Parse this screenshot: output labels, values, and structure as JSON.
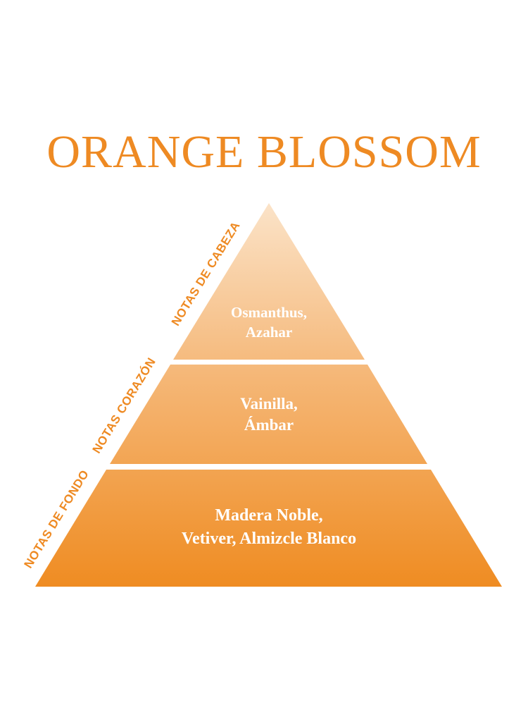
{
  "title": "ORANGE BLOSSOM",
  "colors": {
    "accent": "#ee8a23",
    "top_light": "#fbe3c8",
    "bottom_dark": "#ef8c22",
    "text_on_tier": "#ffffff"
  },
  "tiers": [
    {
      "side_label": "NOTAS DE CABEZA",
      "lines": [
        "Osmanthus,",
        "Azahar"
      ]
    },
    {
      "side_label": "NOTAS CORAZÓN",
      "lines": [
        "Vainilla,",
        "Ámbar"
      ]
    },
    {
      "side_label": "NOTAS DE FONDO",
      "lines": [
        "Madera Noble,",
        "Vetiver, Almizcle Blanco"
      ]
    }
  ]
}
